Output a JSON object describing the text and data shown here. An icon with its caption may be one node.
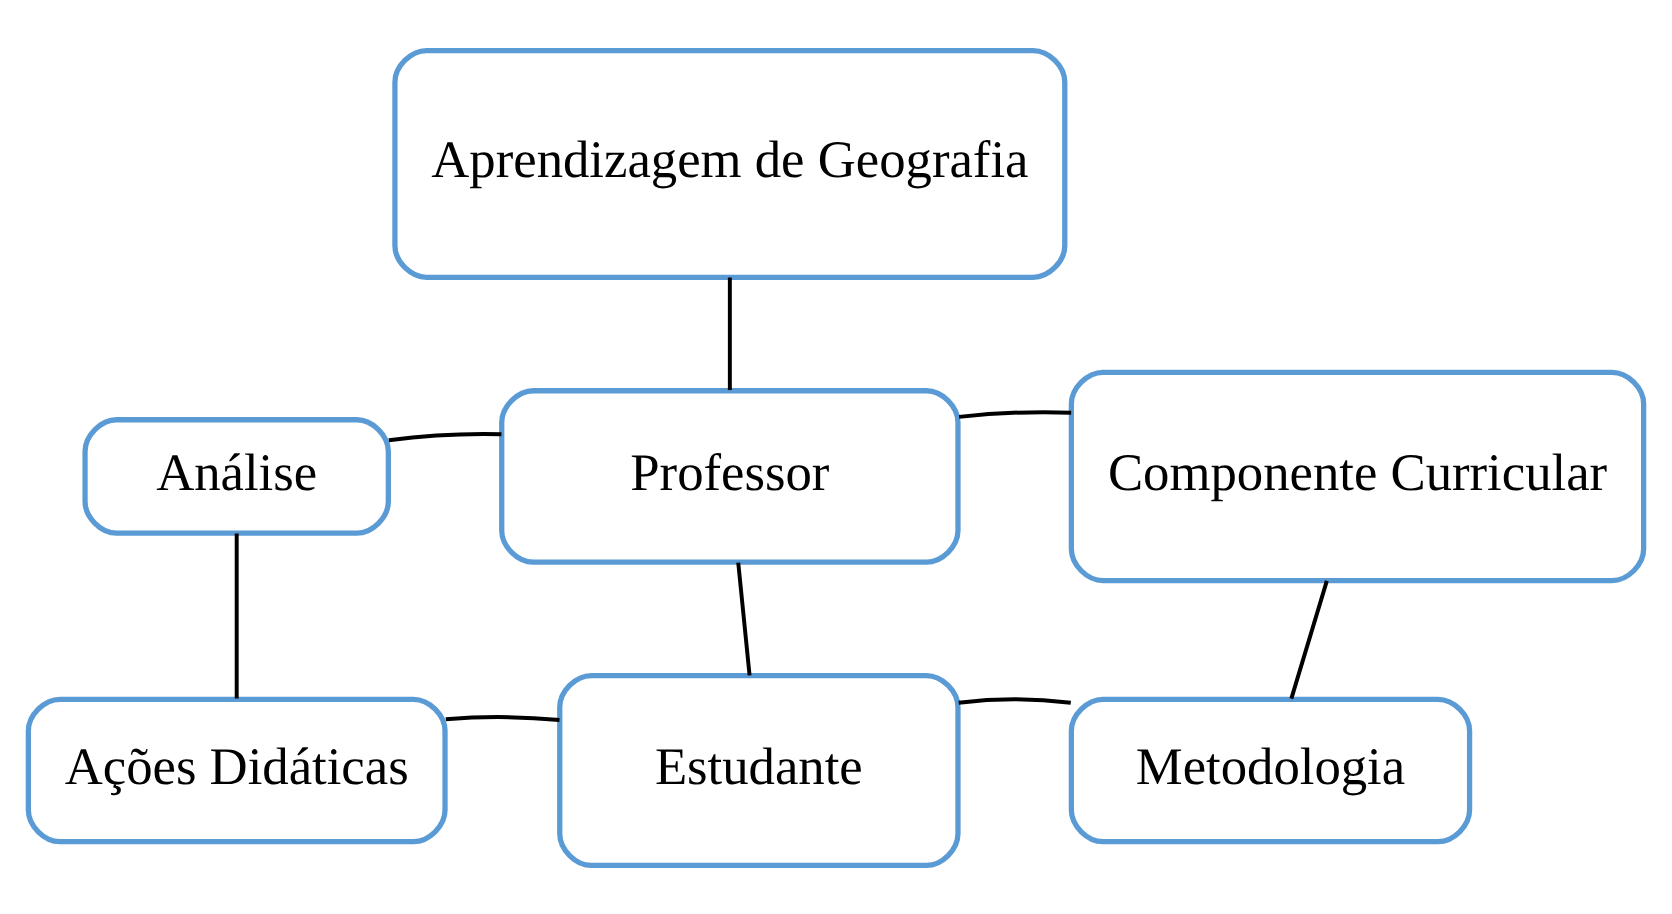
{
  "diagram": {
    "nodes": [
      {
        "text": [
          "Aprendizagem de Geografia"
        ]
      },
      {
        "text": [
          "Análise"
        ]
      },
      {
        "text": [
          "Professor"
        ]
      },
      {
        "text": [
          "Componente Curricular"
        ]
      },
      {
        "text": [
          "Ações Didáticas"
        ]
      },
      {
        "text": [
          "Estudante"
        ]
      },
      {
        "text": [
          "Metodologia"
        ]
      }
    ],
    "edges": [
      {
        "from": 0,
        "to": 2,
        "arrow": "none"
      },
      {
        "from": 1,
        "to": 2,
        "arrow": "none"
      },
      {
        "from": 2,
        "to": 3,
        "arrow": "none"
      },
      {
        "from": 2,
        "to": 5,
        "arrow": "none"
      },
      {
        "from": 1,
        "to": 4,
        "arrow": "none"
      },
      {
        "from": 4,
        "to": 5,
        "arrow": "none"
      },
      {
        "from": 5,
        "to": 6,
        "arrow": "none"
      },
      {
        "from": 3,
        "to": 6,
        "arrow": "none"
      }
    ]
  }
}
